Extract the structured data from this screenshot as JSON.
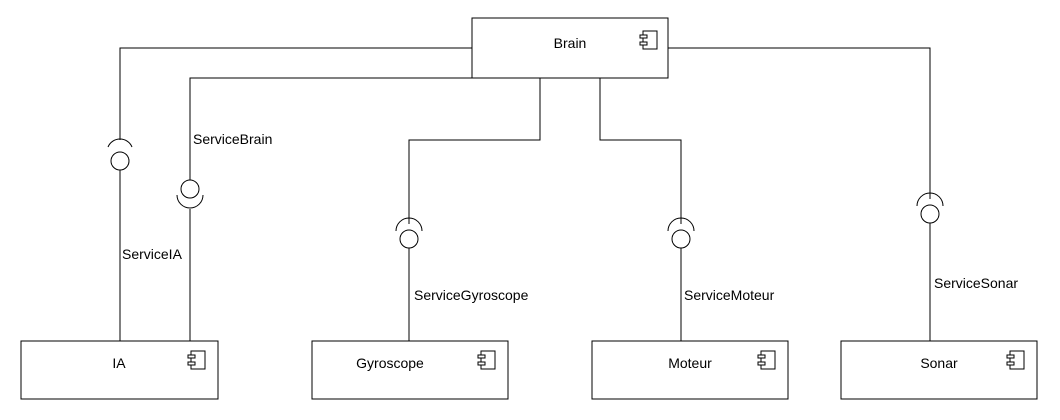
{
  "components": {
    "brain": "Brain",
    "ia": "IA",
    "gyroscope": "Gyroscope",
    "moteur": "Moteur",
    "sonar": "Sonar"
  },
  "interfaces": {
    "ia": "ServiceIA",
    "brain": "ServiceBrain",
    "gyroscope": "ServiceGyroscope",
    "moteur": "ServiceMoteur",
    "sonar": "ServiceSonar"
  },
  "icons": {
    "component": "component-icon",
    "provided": "lollipop-icon",
    "required": "socket-icon"
  },
  "colors": {
    "stroke": "#000000",
    "background": "#ffffff"
  }
}
